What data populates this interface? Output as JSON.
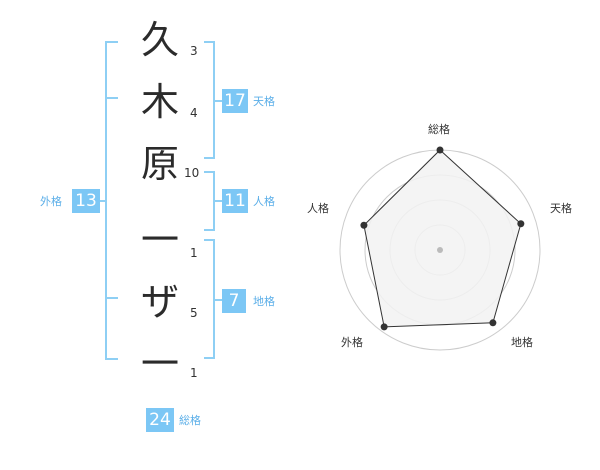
{
  "name": {
    "chars": [
      {
        "char": "久",
        "strokes": "3"
      },
      {
        "char": "木",
        "strokes": "4"
      },
      {
        "char": "原",
        "strokes": "10"
      },
      {
        "char": "一",
        "strokes": "1"
      },
      {
        "char": "ザ",
        "strokes": "5"
      },
      {
        "char": "一",
        "strokes": "1"
      }
    ]
  },
  "fortunes": {
    "tenkaku": {
      "value": "17",
      "label": "天格"
    },
    "jinkaku": {
      "value": "11",
      "label": "人格"
    },
    "chikaku": {
      "value": "7",
      "label": "地格"
    },
    "gaikaku": {
      "value": "13",
      "label": "外格"
    },
    "soukaku": {
      "value": "24",
      "label": "総格"
    }
  },
  "chart_data": {
    "type": "radar",
    "axes": [
      "総格",
      "天格",
      "地格",
      "外格",
      "人格"
    ],
    "values": [
      1.0,
      0.85,
      0.9,
      0.95,
      0.8
    ],
    "range": [
      0,
      1
    ],
    "rings": 4,
    "colors": {
      "fill": "#f2f2f2",
      "line": "#333333",
      "grid": "#cccccc",
      "center": "#bbbbbb"
    }
  },
  "colors": {
    "accent": "#7cc7f5",
    "label": "#5aaee8",
    "bracket": "#8ecff4"
  }
}
